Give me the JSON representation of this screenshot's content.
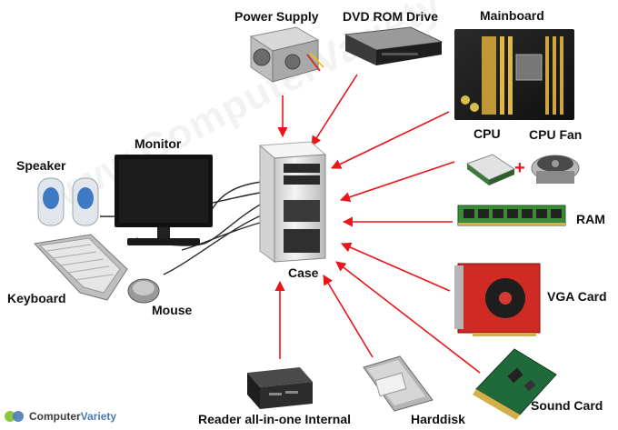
{
  "labels": {
    "power_supply": "Power Supply",
    "dvd_rom": "DVD ROM Drive",
    "mainboard": "Mainboard",
    "monitor": "Monitor",
    "speaker": "Speaker",
    "cpu": "CPU",
    "plus": "+",
    "cpu_fan": "CPU Fan",
    "ram": "RAM",
    "keyboard": "Keyboard",
    "mouse": "Mouse",
    "case": "Case",
    "vga_card": "VGA Card",
    "sound_card": "Sound Card",
    "reader": "Reader all-in-one Internal",
    "harddisk": "Harddisk"
  },
  "watermark": "www.ComputerVariety",
  "logo": {
    "part1": "Computer",
    "part2": "Variety"
  },
  "colors": {
    "arrow": "#e8151b",
    "label": "#111111",
    "case_body": "#eaeaea",
    "plus": "#e8151b"
  }
}
